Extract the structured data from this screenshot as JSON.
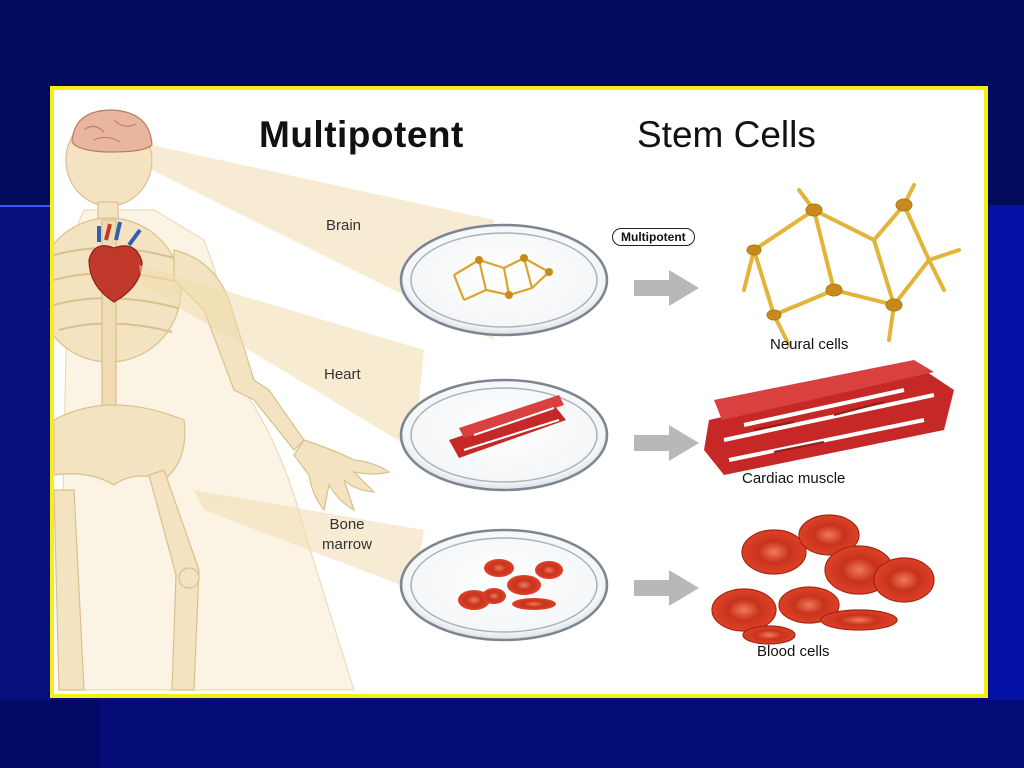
{
  "title": {
    "strong": "Multipotent",
    "light": "Stem Cells"
  },
  "badge": "Multipotent",
  "sources": [
    {
      "label": "Brain"
    },
    {
      "label": "Heart"
    },
    {
      "label": "Bone marrow"
    }
  ],
  "results": [
    {
      "label": "Neural cells"
    },
    {
      "label": "Cardiac muscle"
    },
    {
      "label": "Blood cells"
    }
  ],
  "colors": {
    "background": "#050f7e",
    "frame_border": "#f6ee14",
    "neural": "#e2b43a",
    "muscle": "#c62828",
    "blood": "#d32f1f",
    "bone": "#f3e3c0",
    "arrow": "#b8b8b8"
  }
}
